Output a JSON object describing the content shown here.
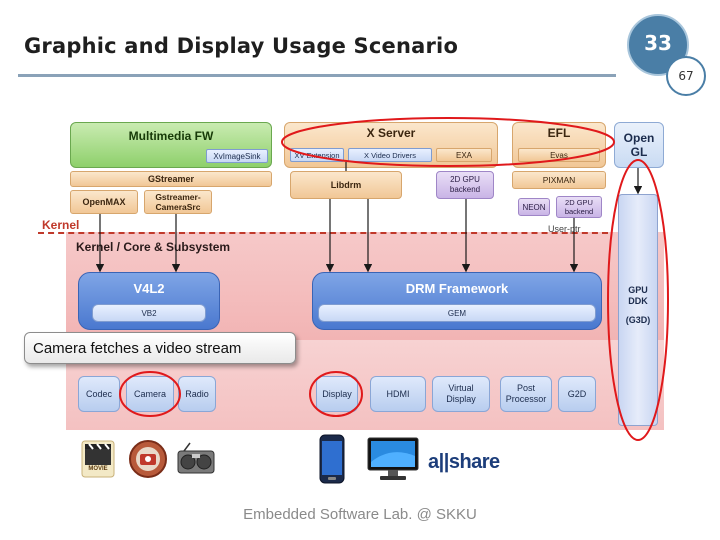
{
  "slide": {
    "title": "Graphic and Display Usage Scenario",
    "page_number": "33",
    "page_total": "67",
    "footer": "Embedded Software Lab. @ SKKU"
  },
  "diagram": {
    "multimedia_fw": "Multimedia FW",
    "xv_image_sink": "XvImageSink",
    "x_server": "X Server",
    "xv_extension": "XV Extension",
    "x_video_drivers": "X Video Drivers",
    "exa": "EXA",
    "efl": "EFL",
    "evas": "Evas",
    "opengl_line1": "Open",
    "opengl_line2": "GL",
    "gstreamer": "GStreamer",
    "libdrm": "Libdrm",
    "gpu2d_backend_1_line1": "2D GPU",
    "gpu2d_backend_1_line2": "backend",
    "pixman": "PIXMAN",
    "openmax": "OpenMAX",
    "gst_camerasrc_line1": "Gstreamer-",
    "gst_camerasrc_line2": "CameraSrc",
    "neon": "NEON",
    "gpu2d_backend_2_line1": "2D GPU",
    "gpu2d_backend_2_line2": "backend",
    "kernel": "Kernel",
    "user_ptr": "User-ptr",
    "kernel_core": "Kernel / Core & Subsystem",
    "v4l2": "V4L2",
    "vb2": "VB2",
    "drm_framework": "DRM Framework",
    "gem": "GEM",
    "gpu_ddk_line1": "GPU",
    "gpu_ddk_line2": "DDK",
    "gpu_ddk_line3": "(G3D)",
    "callout": "Camera fetches a video stream",
    "drivers": {
      "codec": "Codec",
      "camera": "Camera",
      "radio": "Radio",
      "display": "Display",
      "hdmi": "HDMI",
      "virtual_display_line1": "Virtual",
      "virtual_display_line2": "Display",
      "post_processor_line1": "Post",
      "post_processor_line2": "Processor",
      "g2d": "G2D"
    },
    "bottom_icons": {
      "movie_label": "MOVIE",
      "allshare": "a||share"
    },
    "colors": {
      "highlight": "#e0191b",
      "kernel_band": "#f2b4b4",
      "multimedia_green": "#8ed06b",
      "driver_blue": "#4a78cf"
    }
  }
}
